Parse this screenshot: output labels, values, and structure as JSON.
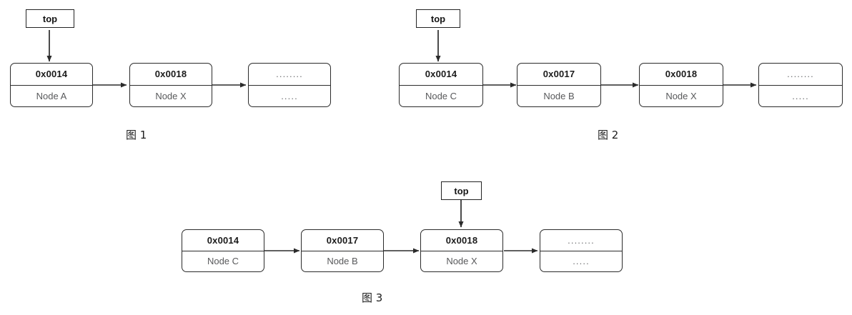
{
  "page": {
    "title": "Linked list / stack top pointer diagrams",
    "background": "#ffffff",
    "stroke_color": "#2b2b2b",
    "addr_text_color": "#1b1b1b",
    "label_text_color": "#58595b"
  },
  "pointer_label": "top",
  "ellipsis": {
    "top_cell": "........",
    "bottom_cell": "....."
  },
  "figures": [
    {
      "id": "figure-1",
      "caption": "图 1",
      "top_pointer": {
        "label": "top",
        "points_to_node_index": 0
      },
      "nodes": [
        {
          "address": "0x0014",
          "label": "Node A",
          "kind": "node"
        },
        {
          "address": "0x0018",
          "label": "Node X",
          "kind": "node"
        },
        {
          "address": "........",
          "label": ".....",
          "kind": "ellipsis"
        }
      ]
    },
    {
      "id": "figure-2",
      "caption": "图 2",
      "top_pointer": {
        "label": "top",
        "points_to_node_index": 0
      },
      "nodes": [
        {
          "address": "0x0014",
          "label": "Node C",
          "kind": "node"
        },
        {
          "address": "0x0017",
          "label": "Node B",
          "kind": "node"
        },
        {
          "address": "0x0018",
          "label": "Node X",
          "kind": "node"
        },
        {
          "address": "........",
          "label": ".....",
          "kind": "ellipsis"
        }
      ]
    },
    {
      "id": "figure-3",
      "caption": "图 3",
      "top_pointer": {
        "label": "top",
        "points_to_node_index": 2
      },
      "nodes": [
        {
          "address": "0x0014",
          "label": "Node C",
          "kind": "node"
        },
        {
          "address": "0x0017",
          "label": "Node B",
          "kind": "node"
        },
        {
          "address": "0x0018",
          "label": "Node X",
          "kind": "node"
        },
        {
          "address": "........",
          "label": ".....",
          "kind": "ellipsis"
        }
      ]
    }
  ]
}
